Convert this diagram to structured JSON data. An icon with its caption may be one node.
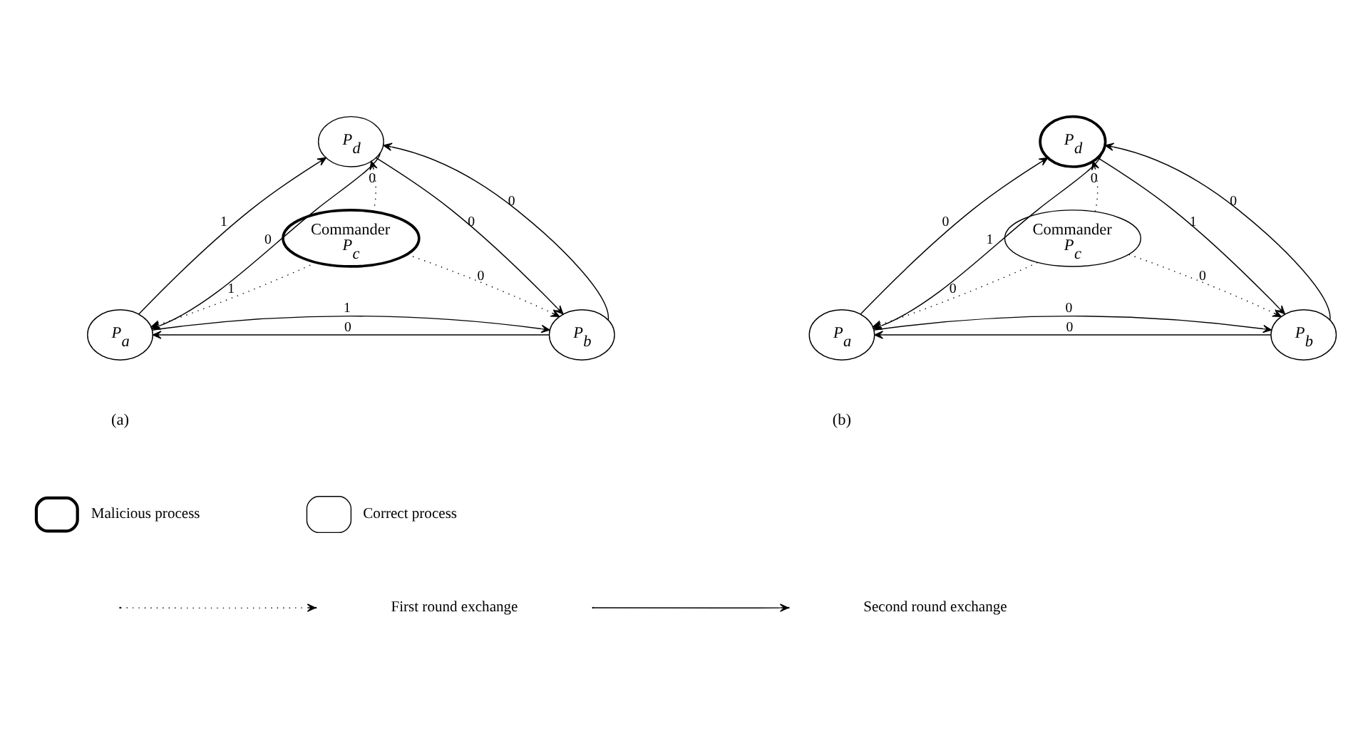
{
  "diagram": {
    "nodes": [
      {
        "text": [
          "P$_{d}$"
        ]
      },
      {
        "text": [
          "Commander",
          "P$_{c}$"
        ]
      },
      {
        "text": [
          "P$_{a}$"
        ]
      },
      {
        "text": [
          "P$_{b}$"
        ]
      },
      {
        "text": [
          "P$_{d}$"
        ]
      },
      {
        "text": [
          "Commander",
          "P$_{c}$"
        ]
      },
      {
        "text": [
          "P$_{a}$"
        ]
      },
      {
        "text": [
          "P$_{b}$"
        ]
      }
    ],
    "edges": [
      {
        "from": 1,
        "to": 0,
        "arrow": "to",
        "label": "0",
        "style": "dashed"
      },
      {
        "from": 1,
        "to": 2,
        "arrow": "to",
        "label": "1",
        "style": "dashed"
      },
      {
        "from": 1,
        "to": 3,
        "arrow": "to",
        "label": "0",
        "style": "dashed"
      },
      {
        "from": 2,
        "to": 0,
        "arrow": "to",
        "label": "1"
      },
      {
        "from": 0,
        "to": 2,
        "arrow": "to",
        "label": "0"
      },
      {
        "from": 0,
        "to": 3,
        "arrow": "to",
        "label": "0"
      },
      {
        "from": 3,
        "to": 0,
        "arrow": "to",
        "label": "0"
      },
      {
        "from": 3,
        "to": 2,
        "arrow": "to",
        "label": "0"
      },
      {
        "from": 2,
        "to": 3,
        "arrow": "to",
        "label": "1"
      },
      {
        "from": 5,
        "to": 4,
        "arrow": "to",
        "label": "0",
        "style": "dashed"
      },
      {
        "from": 5,
        "to": 6,
        "arrow": "to",
        "label": "0",
        "style": "dashed"
      },
      {
        "from": 5,
        "to": 7,
        "arrow": "to",
        "label": "0",
        "style": "dashed"
      },
      {
        "from": 6,
        "to": 4,
        "arrow": "to",
        "label": "0"
      },
      {
        "from": 4,
        "to": 6,
        "arrow": "to",
        "label": "1"
      },
      {
        "from": 4,
        "to": 7,
        "arrow": "to",
        "label": "1"
      },
      {
        "from": 7,
        "to": 4,
        "arrow": "to",
        "label": "0"
      },
      {
        "from": 7,
        "to": 6,
        "arrow": "to",
        "label": "0"
      },
      {
        "from": 6,
        "to": 7,
        "arrow": "to",
        "label": "0"
      }
    ],
    "labels": [
      "(a)",
      "(b)"
    ],
    "legend": [
      {
        "text": "Malicious process"
      },
      {
        "text": "Correct process"
      },
      {
        "text": "First round exchange"
      },
      {
        "text": "Second round exchange"
      }
    ]
  }
}
